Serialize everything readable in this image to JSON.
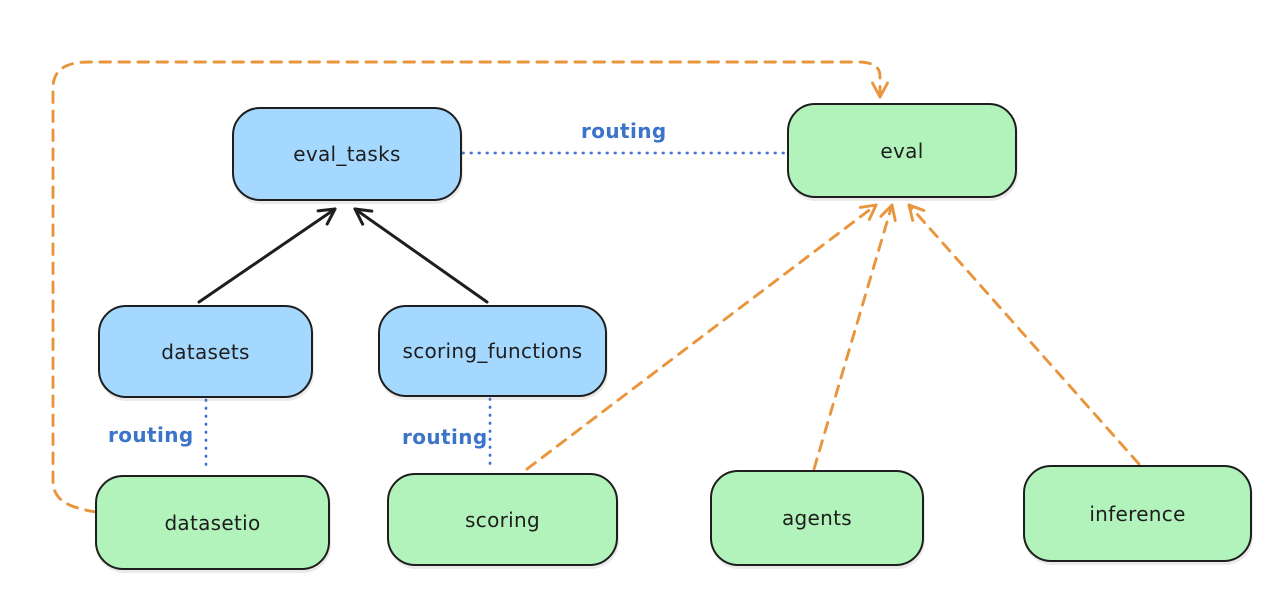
{
  "diagram": {
    "background": "#ffffff",
    "nodes": {
      "eval_tasks": {
        "label": "eval_tasks",
        "fill": "blue"
      },
      "eval": {
        "label": "eval",
        "fill": "green"
      },
      "datasets": {
        "label": "datasets",
        "fill": "blue"
      },
      "scoring_functions": {
        "label": "scoring_functions",
        "fill": "blue"
      },
      "datasetio": {
        "label": "datasetio",
        "fill": "green"
      },
      "scoring": {
        "label": "scoring",
        "fill": "green"
      },
      "agents": {
        "label": "agents",
        "fill": "green"
      },
      "inference": {
        "label": "inference",
        "fill": "green"
      }
    },
    "labels": {
      "routing_top": "routing",
      "routing_datasets": "routing",
      "routing_scoring": "routing"
    },
    "edges": [
      {
        "from": "eval_tasks",
        "to": "eval",
        "style": "dotted",
        "color": "blue",
        "arrow": false,
        "label": "routing"
      },
      {
        "from": "datasets",
        "to": "eval_tasks",
        "style": "solid",
        "color": "black",
        "arrow": true
      },
      {
        "from": "scoring_functions",
        "to": "eval_tasks",
        "style": "solid",
        "color": "black",
        "arrow": true
      },
      {
        "from": "datasets",
        "to": "datasetio",
        "style": "dotted",
        "color": "blue",
        "arrow": false,
        "label": "routing"
      },
      {
        "from": "scoring_functions",
        "to": "scoring",
        "style": "dotted",
        "color": "blue",
        "arrow": false,
        "label": "routing"
      },
      {
        "from": "datasetio",
        "to": "eval",
        "style": "dashed",
        "color": "orange",
        "arrow": true
      },
      {
        "from": "scoring",
        "to": "eval",
        "style": "dashed",
        "color": "orange",
        "arrow": true
      },
      {
        "from": "agents",
        "to": "eval",
        "style": "dashed",
        "color": "orange",
        "arrow": true
      },
      {
        "from": "inference",
        "to": "eval",
        "style": "dashed",
        "color": "orange",
        "arrow": true
      }
    ]
  },
  "colors": {
    "background": "#ffffff",
    "stroke": "#1e1e1e",
    "blue_fill": "#a5d8ff",
    "green_fill": "#b2f2bb",
    "orange": "#e9953c",
    "routing_blue": "#3b74c9"
  }
}
